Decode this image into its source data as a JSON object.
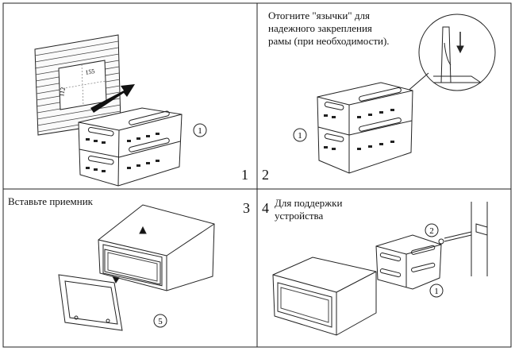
{
  "panels": [
    {
      "id": "p1",
      "step": "1",
      "text": "",
      "callouts": [
        "1"
      ],
      "dim_labels": [
        "155",
        "112"
      ]
    },
    {
      "id": "p2",
      "step": "2",
      "text": "Отогните \"язычки\" для\nнадежного закрепления\nрамы (при необходимости).",
      "callouts": [
        "1"
      ]
    },
    {
      "id": "p3",
      "step": "3",
      "text": "Вставьте приемник",
      "callouts": [
        "5"
      ]
    },
    {
      "id": "p4",
      "step": "4",
      "text": "Для поддержки\nустройства",
      "callouts": [
        "2",
        "1"
      ]
    }
  ]
}
